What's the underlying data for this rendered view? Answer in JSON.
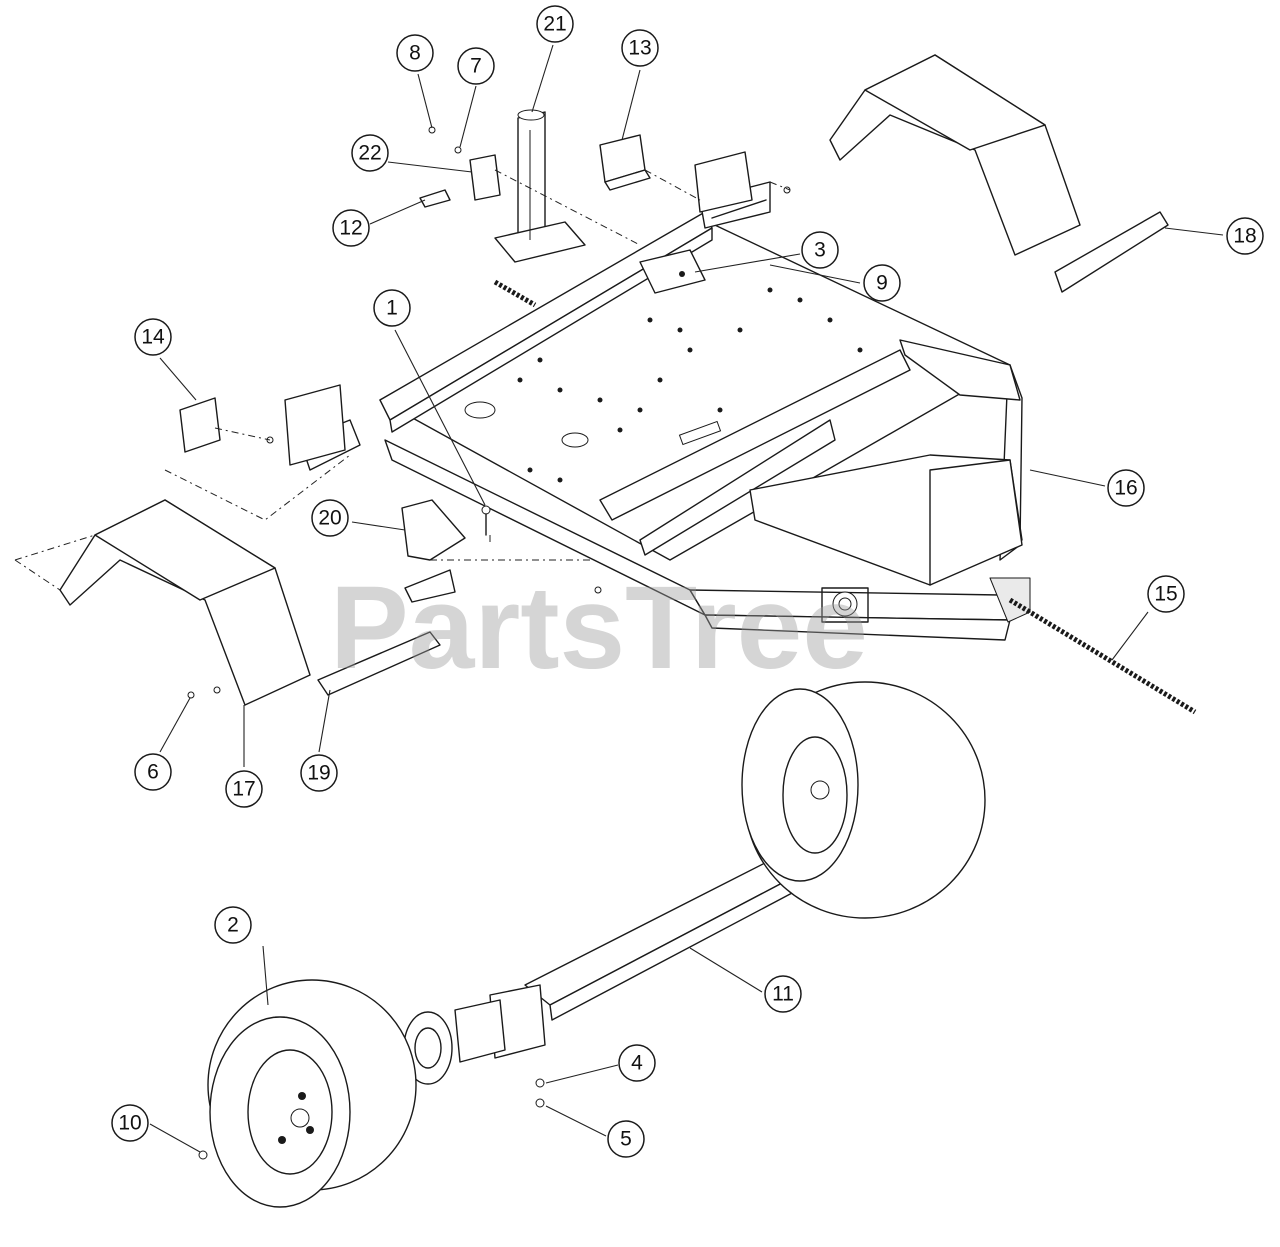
{
  "watermark": "PartsTree",
  "callouts": [
    {
      "id": "1",
      "label": "1"
    },
    {
      "id": "2",
      "label": "2"
    },
    {
      "id": "3",
      "label": "3"
    },
    {
      "id": "4",
      "label": "4"
    },
    {
      "id": "5",
      "label": "5"
    },
    {
      "id": "6",
      "label": "6"
    },
    {
      "id": "7",
      "label": "7"
    },
    {
      "id": "8",
      "label": "8"
    },
    {
      "id": "9",
      "label": "9"
    },
    {
      "id": "10",
      "label": "10"
    },
    {
      "id": "11",
      "label": "11"
    },
    {
      "id": "12",
      "label": "12"
    },
    {
      "id": "13",
      "label": "13"
    },
    {
      "id": "14",
      "label": "14"
    },
    {
      "id": "15",
      "label": "15"
    },
    {
      "id": "16",
      "label": "16"
    },
    {
      "id": "17",
      "label": "17"
    },
    {
      "id": "18",
      "label": "18"
    },
    {
      "id": "19",
      "label": "19"
    },
    {
      "id": "20",
      "label": "20"
    },
    {
      "id": "21",
      "label": "21"
    },
    {
      "id": "22",
      "label": "22"
    }
  ]
}
